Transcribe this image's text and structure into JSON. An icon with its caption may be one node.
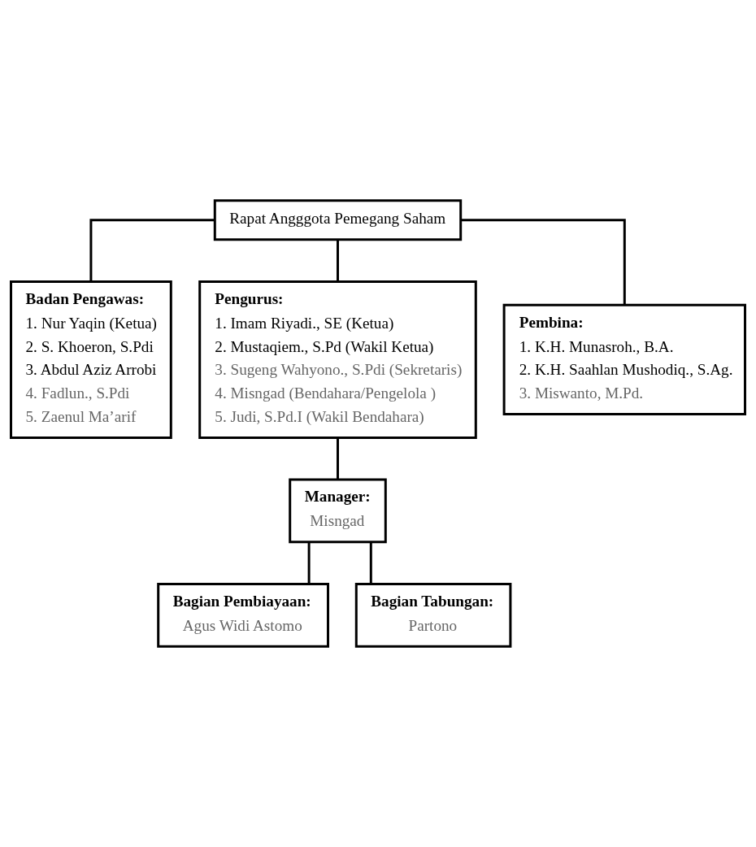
{
  "diagram": {
    "nodes": [
      {
        "text": [
          "Rapat Angggota Pemegang Saham"
        ]
      },
      {
        "text": [
          "Badan Pengawas:",
          "1. Nur Yaqin (Ketua)",
          "2. S. Khoeron, S.Pdi",
          "3. Abdul Aziz Arrobi",
          "4. Fadlun., S.Pdi",
          "5. Zaenul Ma’arif"
        ]
      },
      {
        "text": [
          "Pengurus:",
          "1. Imam Riyadi., SE (Ketua)",
          "2. Mustaqiem., S.Pd (Wakil Ketua)",
          "3. Sugeng Wahyono., S.Pdi (Sekretaris)",
          "4. Misngad (Bendahara/Pengelola )",
          "5. Judi, S.Pd.I (Wakil Bendahara)"
        ]
      },
      {
        "text": [
          "Pembina:",
          "1. K.H. Munasroh., B.A.",
          "2. K.H. Saahlan Mushodiq., S.Ag.",
          "3. Miswanto, M.Pd."
        ]
      },
      {
        "text": [
          "Manager:",
          "Misngad"
        ]
      },
      {
        "text": [
          "Bagian Pembiayaan:",
          "Agus Widi Astomo"
        ]
      },
      {
        "text": [
          "Bagian Tabungan:",
          "Partono"
        ]
      }
    ],
    "edges": [
      {
        "from": 0,
        "to": 1,
        "arrow": "none"
      },
      {
        "from": 0,
        "to": 2,
        "arrow": "none"
      },
      {
        "from": 0,
        "to": 3,
        "arrow": "none"
      },
      {
        "from": 2,
        "to": 4,
        "arrow": "none"
      },
      {
        "from": 4,
        "to": 5,
        "arrow": "none"
      },
      {
        "from": 4,
        "to": 6,
        "arrow": "none"
      }
    ]
  }
}
